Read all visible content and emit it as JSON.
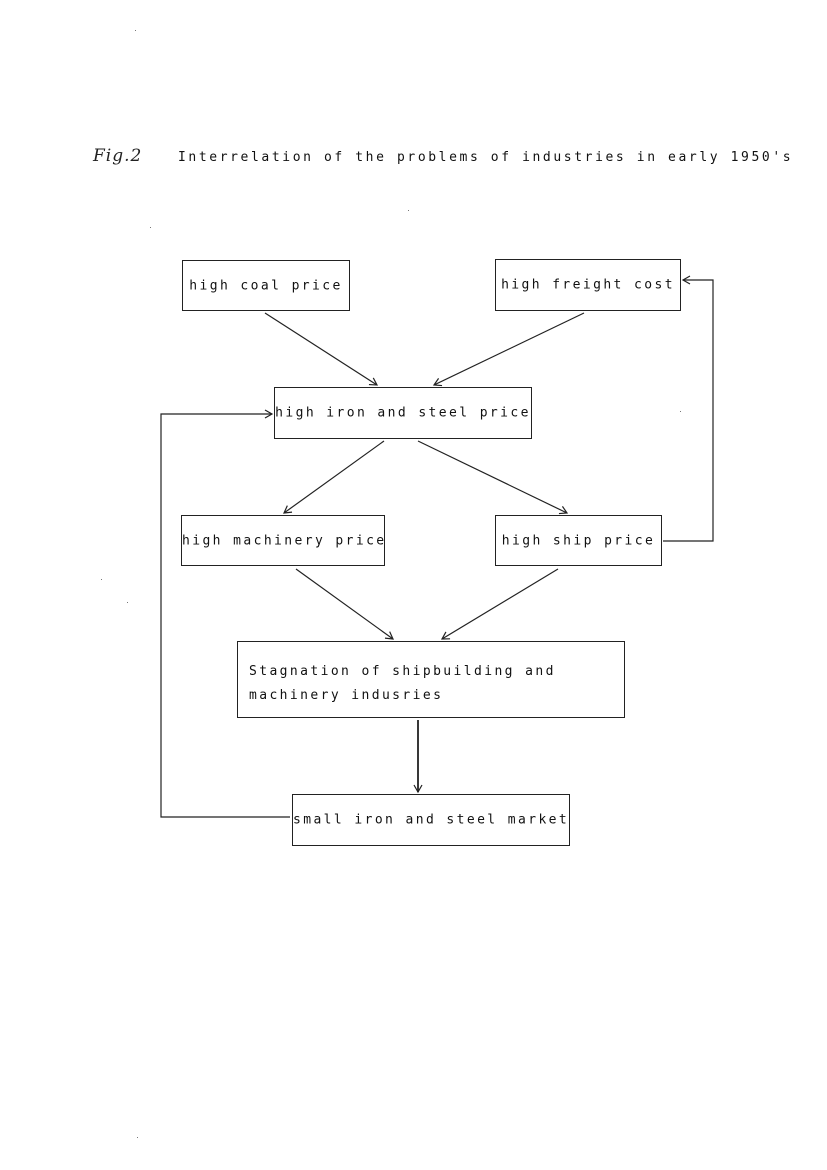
{
  "figure": {
    "label": "Fig.2",
    "title": "Interrelation of the problems of industries in early 1950's"
  },
  "nodes": {
    "coal": "high coal price",
    "freight": "high freight cost",
    "iron": "high iron and steel price",
    "machinery": "high machinery price",
    "ship": "high ship price",
    "stagnation": "Stagnation of shipbuilding and machinery indusries",
    "market": "small iron and steel market"
  },
  "edges": [
    {
      "from": "coal",
      "to": "iron"
    },
    {
      "from": "freight",
      "to": "iron"
    },
    {
      "from": "iron",
      "to": "machinery"
    },
    {
      "from": "iron",
      "to": "ship"
    },
    {
      "from": "machinery",
      "to": "stagnation"
    },
    {
      "from": "ship",
      "to": "stagnation"
    },
    {
      "from": "stagnation",
      "to": "market"
    },
    {
      "from": "ship",
      "to": "freight"
    },
    {
      "from": "market",
      "to": "iron"
    }
  ],
  "colors": {
    "line": "#222222",
    "text": "#111111",
    "background": "#ffffff"
  }
}
